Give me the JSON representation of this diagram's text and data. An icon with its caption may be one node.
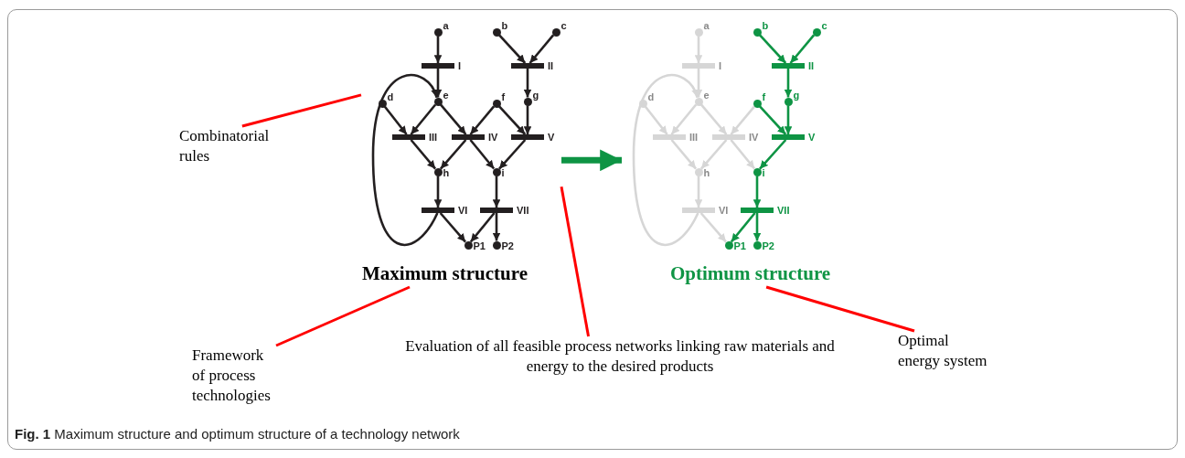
{
  "diagram": {
    "caption": "**Fig. 1** Maximum structure and optimum structure of a technology network",
    "nodes": [
      {
        "text": [
          "Maximum structure"
        ]
      },
      {
        "text": [
          "a"
        ],
        "in": 0
      },
      {
        "text": [
          "b"
        ],
        "in": 0
      },
      {
        "text": [
          "c"
        ],
        "in": 0
      },
      {
        "text": [
          "I"
        ],
        "in": 0
      },
      {
        "text": [
          "II"
        ],
        "in": 0
      },
      {
        "text": [
          "d"
        ],
        "in": 0
      },
      {
        "text": [
          "e"
        ],
        "in": 0
      },
      {
        "text": [
          "f"
        ],
        "in": 0
      },
      {
        "text": [
          "g"
        ],
        "in": 0
      },
      {
        "text": [
          "III"
        ],
        "in": 0
      },
      {
        "text": [
          "IV"
        ],
        "in": 0
      },
      {
        "text": [
          "V"
        ],
        "in": 0
      },
      {
        "text": [
          "h"
        ],
        "in": 0
      },
      {
        "text": [
          "i"
        ],
        "in": 0
      },
      {
        "text": [
          "VI"
        ],
        "in": 0
      },
      {
        "text": [
          "VII"
        ],
        "in": 0
      },
      {
        "text": [
          "P1"
        ],
        "in": 0
      },
      {
        "text": [
          "P2"
        ],
        "in": 0
      },
      {
        "text": [
          "Optimum structure"
        ]
      },
      {
        "text": [
          "a"
        ],
        "in": 19
      },
      {
        "text": [
          "b"
        ],
        "in": 19
      },
      {
        "text": [
          "c"
        ],
        "in": 19
      },
      {
        "text": [
          "I"
        ],
        "in": 19
      },
      {
        "text": [
          "II"
        ],
        "in": 19
      },
      {
        "text": [
          "d"
        ],
        "in": 19
      },
      {
        "text": [
          "e"
        ],
        "in": 19
      },
      {
        "text": [
          "f"
        ],
        "in": 19
      },
      {
        "text": [
          "g"
        ],
        "in": 19
      },
      {
        "text": [
          "III"
        ],
        "in": 19
      },
      {
        "text": [
          "IV"
        ],
        "in": 19
      },
      {
        "text": [
          "V"
        ],
        "in": 19
      },
      {
        "text": [
          "h"
        ],
        "in": 19
      },
      {
        "text": [
          "i"
        ],
        "in": 19
      },
      {
        "text": [
          "VI"
        ],
        "in": 19
      },
      {
        "text": [
          "VII"
        ],
        "in": 19
      },
      {
        "text": [
          "P1"
        ],
        "in": 19
      },
      {
        "text": [
          "P2"
        ],
        "in": 19
      },
      {
        "text": [
          "Combinatorial rules"
        ]
      },
      {
        "text": [
          "Framework of process technologies"
        ]
      },
      {
        "text": [
          "Evaluation of all feasible process networks linking raw materials and energy to the desired products"
        ]
      },
      {
        "text": [
          "Optimal energy system"
        ]
      }
    ],
    "edges": [
      {
        "from": 1,
        "to": 4,
        "arrow": "to"
      },
      {
        "from": 4,
        "to": 7,
        "arrow": "to"
      },
      {
        "from": 2,
        "to": 5,
        "arrow": "to"
      },
      {
        "from": 3,
        "to": 5,
        "arrow": "to"
      },
      {
        "from": 5,
        "to": 9,
        "arrow": "to"
      },
      {
        "from": 6,
        "to": 10,
        "arrow": "to"
      },
      {
        "from": 7,
        "to": 10,
        "arrow": "to"
      },
      {
        "from": 7,
        "to": 11,
        "arrow": "to"
      },
      {
        "from": 8,
        "to": 11,
        "arrow": "to"
      },
      {
        "from": 8,
        "to": 12,
        "arrow": "to"
      },
      {
        "from": 9,
        "to": 12,
        "arrow": "to"
      },
      {
        "from": 10,
        "to": 13,
        "arrow": "to"
      },
      {
        "from": 11,
        "to": 13,
        "arrow": "to"
      },
      {
        "from": 11,
        "to": 14,
        "arrow": "to"
      },
      {
        "from": 12,
        "to": 14,
        "arrow": "to"
      },
      {
        "from": 13,
        "to": 15,
        "arrow": "to"
      },
      {
        "from": 14,
        "to": 16,
        "arrow": "to"
      },
      {
        "from": 15,
        "to": 17,
        "arrow": "to"
      },
      {
        "from": 16,
        "to": 17,
        "arrow": "to"
      },
      {
        "from": 16,
        "to": 18,
        "arrow": "to"
      },
      {
        "from": 15,
        "to": 7,
        "arrow": "to"
      },
      {
        "from": 20,
        "to": 23,
        "arrow": "to",
        "color": "#d6d6d6"
      },
      {
        "from": 23,
        "to": 26,
        "arrow": "to",
        "color": "#d6d6d6"
      },
      {
        "from": 21,
        "to": 24,
        "arrow": "to",
        "color": "#0e9444"
      },
      {
        "from": 22,
        "to": 24,
        "arrow": "to",
        "color": "#0e9444"
      },
      {
        "from": 24,
        "to": 28,
        "arrow": "to",
        "color": "#0e9444"
      },
      {
        "from": 25,
        "to": 29,
        "arrow": "to",
        "color": "#d6d6d6"
      },
      {
        "from": 26,
        "to": 29,
        "arrow": "to",
        "color": "#d6d6d6"
      },
      {
        "from": 26,
        "to": 30,
        "arrow": "to",
        "color": "#d6d6d6"
      },
      {
        "from": 27,
        "to": 30,
        "arrow": "to",
        "color": "#d6d6d6"
      },
      {
        "from": 27,
        "to": 31,
        "arrow": "to",
        "color": "#0e9444"
      },
      {
        "from": 28,
        "to": 31,
        "arrow": "to",
        "color": "#0e9444"
      },
      {
        "from": 29,
        "to": 32,
        "arrow": "to",
        "color": "#d6d6d6"
      },
      {
        "from": 30,
        "to": 32,
        "arrow": "to",
        "color": "#d6d6d6"
      },
      {
        "from": 30,
        "to": 33,
        "arrow": "to",
        "color": "#d6d6d6"
      },
      {
        "from": 31,
        "to": 33,
        "arrow": "to",
        "color": "#0e9444"
      },
      {
        "from": 32,
        "to": 34,
        "arrow": "to",
        "color": "#d6d6d6"
      },
      {
        "from": 33,
        "to": 35,
        "arrow": "to",
        "color": "#0e9444"
      },
      {
        "from": 34,
        "to": 36,
        "arrow": "to",
        "color": "#d6d6d6"
      },
      {
        "from": 35,
        "to": 36,
        "arrow": "to",
        "color": "#0e9444"
      },
      {
        "from": 35,
        "to": 37,
        "arrow": "to",
        "color": "#0e9444"
      },
      {
        "from": 34,
        "to": 26,
        "arrow": "to",
        "color": "#d6d6d6"
      },
      {
        "from": 0,
        "to": 19,
        "arrow": "to",
        "style": "thick",
        "color": "#0e9444"
      },
      {
        "from": 38,
        "to": 0,
        "arrow": "none",
        "color": "#ff0000"
      },
      {
        "from": 39,
        "to": 0,
        "arrow": "none",
        "color": "#ff0000"
      },
      {
        "from": 40,
        "to": 0,
        "arrow": "none",
        "color": "#ff0000"
      },
      {
        "from": 41,
        "to": 19,
        "arrow": "none",
        "color": "#ff0000"
      }
    ]
  }
}
